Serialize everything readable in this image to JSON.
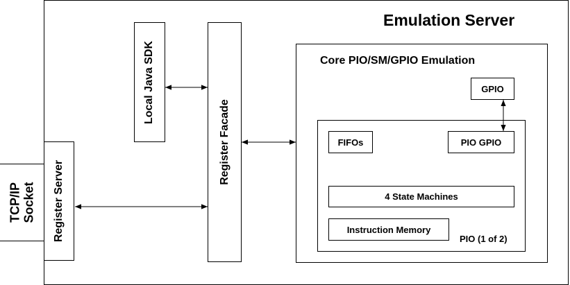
{
  "title": "Emulation Server",
  "blocks": {
    "tcp_socket": "TCP/IP\nSocket",
    "register_server": "Register Server",
    "local_java_sdk": "Local Java SDK",
    "register_facade": "Register Facade",
    "core_emulation": "Core PIO/SM/GPIO Emulation",
    "gpio": "GPIO",
    "fifos": "FIFOs",
    "pio_gpio": "PIO GPIO",
    "state_machines": "4 State Machines",
    "instruction_memory": "Instruction Memory",
    "pio_label": "PIO (1 of 2)"
  }
}
